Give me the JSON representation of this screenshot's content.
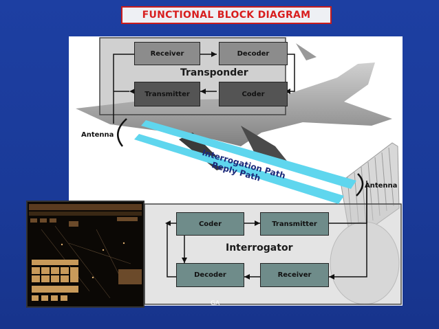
{
  "title": "FUNCTIONAL BLOCK DIAGRAM",
  "transponder": {
    "label": "Transponder",
    "blocks": {
      "receiver": "Receiver",
      "decoder": "Decoder",
      "transmitter": "Transmitter",
      "coder": "Coder"
    }
  },
  "interrogator": {
    "label": "Interrogator",
    "blocks": {
      "coder": "Coder",
      "transmitter": "Transmitter",
      "decoder": "Decoder",
      "receiver": "Receiver"
    }
  },
  "antenna_left": "Antenna",
  "antenna_right": "Antenna",
  "paths": {
    "interrogation": "Interrogation Path",
    "reply": "Reply Path"
  },
  "footer": "GA",
  "colors": {
    "background": "#1d3fa2",
    "title_text": "#d81e1e",
    "title_border": "#c81c1c",
    "path_beam": "#5fd6ee"
  }
}
